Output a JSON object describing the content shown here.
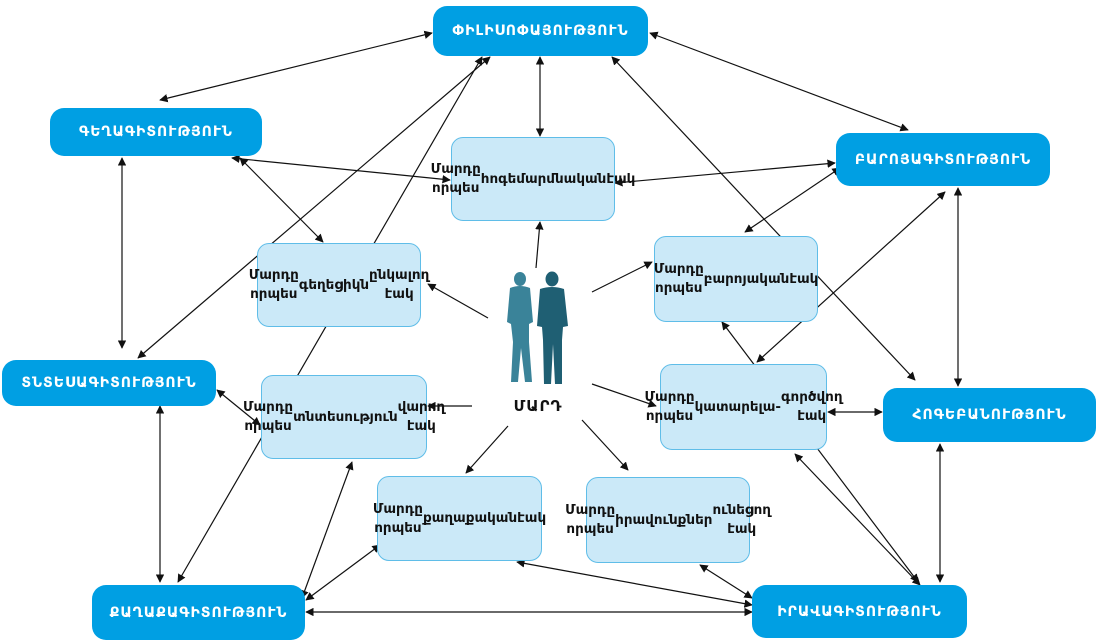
{
  "center": {
    "label": "ՄԱՐԴ",
    "image": "two-people-silhouette"
  },
  "disciplines": {
    "philosophy": "ՓԻԼԻՍՈՓԱՅՈՒԹՅՈՒՆ",
    "genetics": "ԳԵՂԱԳԻՏՈՒԹՅՈՒՆ",
    "ethics": "ԲԱՐՈՅԱԳԻՏՈՒԹՅՈՒՆ",
    "economics": "ՏՆՏԵՍԱԳԻՏՈՒԹՅՈՒՆ",
    "psychology": "ՀՈԳԵԲԱՆՈՒԹՅՈՒՆ",
    "politics": "ՔԱՂԱՔԱԳԻՏՈՒԹՅՈՒՆ",
    "law": "ԻՐԱՎԱԳԻՏՈՒԹՅՈՒՆ"
  },
  "roles": {
    "spiritual": [
      "Մարդը որպես",
      "հոգեմարմնական",
      "էակ"
    ],
    "aesthetic": [
      "Մարդը որպես",
      "գեղեցիկն",
      "ընկալող էակ"
    ],
    "moral": [
      "Մարդը որպես",
      "բարոյական",
      "էակ"
    ],
    "economic": [
      "Մարդը որպես",
      "տնտեսություն",
      "վարող էակ"
    ],
    "active": [
      "Մարդը որպես",
      "կատարելա-",
      "գործվող էակ"
    ],
    "political": [
      "Մարդը որպես",
      "քաղաքական",
      "էակ"
    ],
    "legal": [
      "Մարդը որպես",
      "իրավունքներ",
      "ունեցող էակ"
    ]
  },
  "colors": {
    "discipline_fill": "#009fe3",
    "discipline_text": "#ffffff",
    "role_fill": "#cbe9f8",
    "role_border": "#5fbde8",
    "arrow": "#111111",
    "figure": "#2c6f83"
  }
}
